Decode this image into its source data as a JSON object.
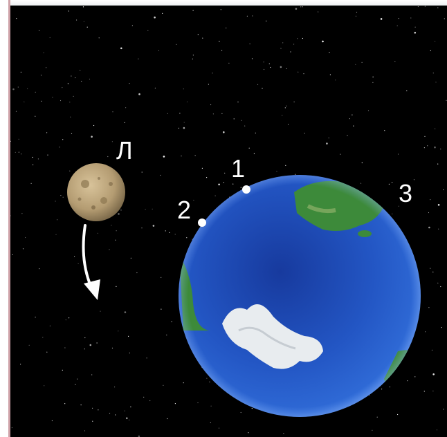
{
  "labels": {
    "moon": "Л",
    "point_1": "1",
    "point_2": "2",
    "point_3": "3"
  },
  "colors": {
    "space": "#000000",
    "ocean": "#1e4fb6",
    "land": "#3a8a3a",
    "ice": "#e8ecef",
    "moon": "#b49c72",
    "marker": "#ffffff",
    "frame_rule": "#cfa2a8"
  },
  "icons": {
    "rotation_arrow": "curved-arrow-down-icon"
  }
}
